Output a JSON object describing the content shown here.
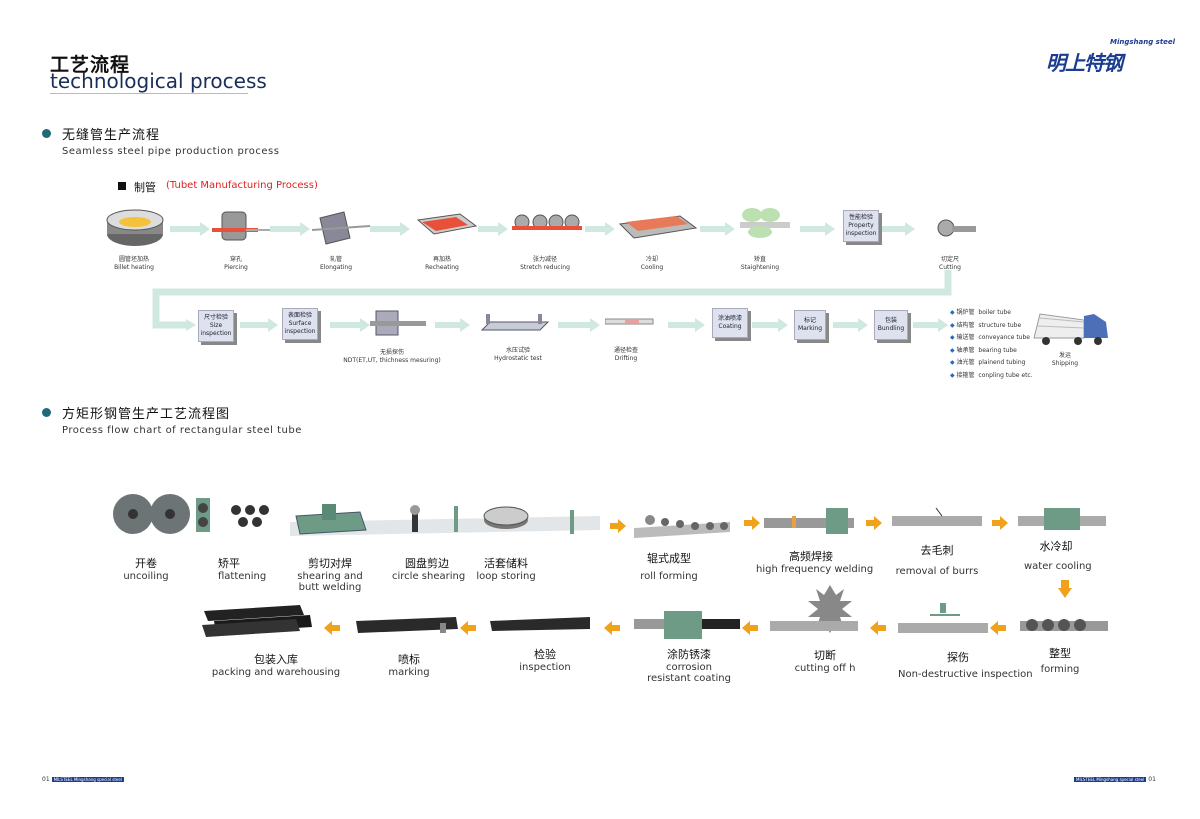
{
  "header": {
    "title_cn": "工艺流程",
    "title_en": "technological process"
  },
  "logo": {
    "en": "Mingshang steel",
    "cn": "明上特钢"
  },
  "section1": {
    "cn": "无缝管生产流程",
    "en": "Seamless steel pipe production process"
  },
  "subsection1": {
    "cn": "制管",
    "en": "(Tubet Manufacturing Process)"
  },
  "row1": [
    {
      "cn": "圆管坯加热",
      "en": "Billet heating"
    },
    {
      "cn": "穿孔",
      "en": "Piercing"
    },
    {
      "cn": "轧管",
      "en": "Elongating"
    },
    {
      "cn": "再加热",
      "en": "Recheating"
    },
    {
      "cn": "张力减径",
      "en": "Stretch reducing"
    },
    {
      "cn": "冷却",
      "en": "Cooling"
    },
    {
      "cn": "矫直",
      "en": "Staightening"
    },
    {
      "box": [
        "性能检验",
        "Property",
        "inspection"
      ]
    },
    {
      "cn": "切定尺",
      "en": "Cutting"
    }
  ],
  "row2": [
    {
      "box": [
        "尺寸检验",
        "Size",
        "inspection"
      ]
    },
    {
      "box": [
        "表面检验",
        "Surface",
        "inspection"
      ]
    },
    {
      "cn": "无损探伤",
      "en": "NDT(ET,UT, thichness mesuring)"
    },
    {
      "cn": "水压试验",
      "en": "Hydrostatic test"
    },
    {
      "cn": "通径检查",
      "en": "Drifting"
    },
    {
      "box": [
        "涂油喷漆",
        "Coating"
      ]
    },
    {
      "box": [
        "标记",
        "Marking"
      ]
    },
    {
      "box": [
        "包装",
        "Bundling"
      ]
    }
  ],
  "shipping_list": [
    {
      "cn": "锅炉管",
      "en": "boiler tube"
    },
    {
      "cn": "结构管",
      "en": "structure tube"
    },
    {
      "cn": "输送管",
      "en": "conveyance tube"
    },
    {
      "cn": "轴承管",
      "en": "bearing tube"
    },
    {
      "cn": "油光管",
      "en": "plainend tubing"
    },
    {
      "cn": "接箍管",
      "en": "conpling tube etc."
    }
  ],
  "shipping": {
    "cn": "发运",
    "en": "Shipping"
  },
  "section2": {
    "cn": "方矩形钢管生产工艺流程图",
    "en": "Process flow chart of rectangular steel tube"
  },
  "p2row1": [
    {
      "cn": "开卷",
      "en": "uncoiling"
    },
    {
      "cn": "矫平",
      "en": "flattening"
    },
    {
      "cn": "剪切对焊",
      "en": "shearing and",
      "en2": "butt welding"
    },
    {
      "cn": "圆盘剪边",
      "en": "circle shearing"
    },
    {
      "cn": "活套储料",
      "en": "loop storing"
    },
    {
      "cn": "辊式成型",
      "en": "roll forming"
    },
    {
      "cn": "高频焊接",
      "en": "high frequency welding"
    },
    {
      "cn": "去毛刺",
      "en": "removal of burrs"
    },
    {
      "cn": "水冷却",
      "en": "water cooling"
    }
  ],
  "p2row2": [
    {
      "cn": "包装入库",
      "en": "packing and warehousing"
    },
    {
      "cn": "喷标",
      "en": "marking"
    },
    {
      "cn": "检验",
      "en": "inspection"
    },
    {
      "cn": "涂防锈漆",
      "en": "corrosion",
      "en2": "resistant coating"
    },
    {
      "cn": "切断",
      "en": "cutting off h"
    },
    {
      "cn": "探伤",
      "en": "Non-destructive inspection"
    },
    {
      "cn": "整型",
      "en": "forming"
    }
  ],
  "footer": {
    "page": "01",
    "tag": "MILSTEEL Mingshang special steel"
  }
}
